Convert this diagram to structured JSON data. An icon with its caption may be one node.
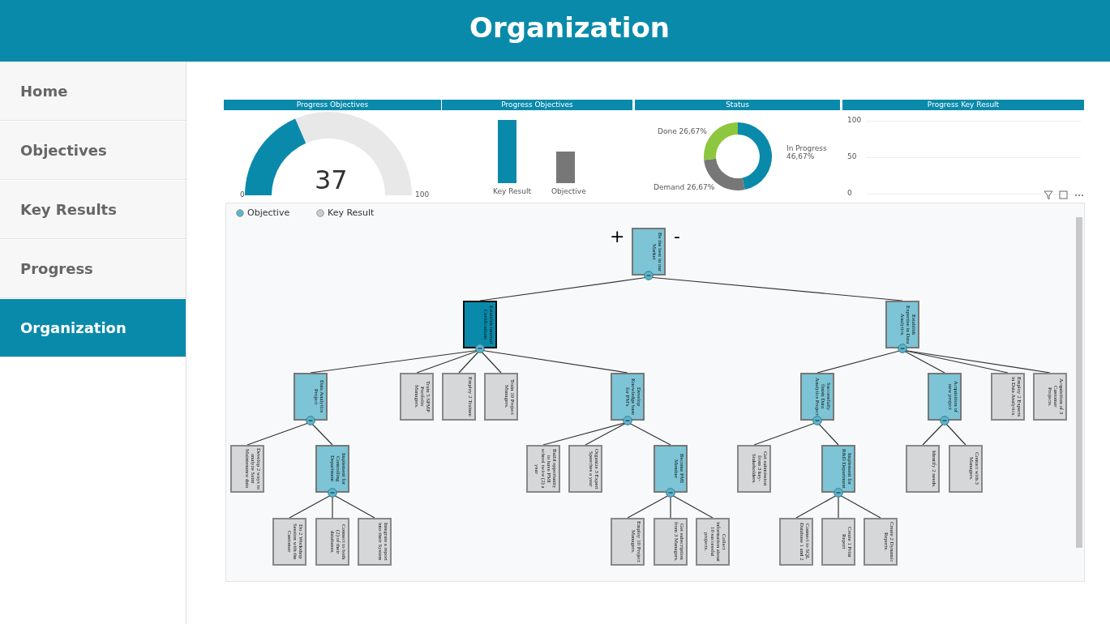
{
  "diagram": {
    "title": "Organization",
    "nodes": [
      {
        "text": [
          "Be the best in our Market"
        ]
      },
      {
        "text": [
          "Establish internal Certifications"
        ]
      },
      {
        "text": [
          "Establish Expertise in Data Analytics."
        ]
      },
      {
        "text": [
          "Data Analytics Project"
        ]
      },
      {
        "text": [
          "Train 5 SPMP Portfolio Managers."
        ]
      },
      {
        "text": [
          "Employ 2 Trainee"
        ]
      },
      {
        "text": [
          "Train 10 Project Managers."
        ]
      },
      {
        "text": [
          "Develop Knowledge base for PM's"
        ]
      },
      {
        "text": [
          "Successfully finish Data Analytics Project"
        ]
      },
      {
        "text": [
          "Acquisition of new project"
        ]
      },
      {
        "text": [
          "Employ 2 Experts in Data Analytics."
        ]
      },
      {
        "text": [
          "Acquisition of 3 Customer Projects."
        ]
      },
      {
        "text": [
          "Develop 2 ways to analyze Saint Maintenance data"
        ]
      },
      {
        "text": [
          "Implement for Controlling Department"
        ]
      },
      {
        "text": [
          "Do 2 Workshop Session with the Customer"
        ]
      },
      {
        "text": [
          "Connect to both (2) of their databases."
        ]
      },
      {
        "text": [
          "Integrate a report into their System"
        ]
      },
      {
        "text": [
          "Build opportunity to have PMI school twice (2) a year"
        ]
      },
      {
        "text": [
          "Organize 3 Expert Speeches a year"
        ]
      },
      {
        "text": [
          "Become PMI Member"
        ]
      },
      {
        "text": [
          "Employ 10 Project Managers."
        ]
      },
      {
        "text": [
          "Get subscription from 3 Managers."
        ]
      },
      {
        "text": [
          "Collect information about 10 successful projects."
        ]
      },
      {
        "text": [
          "Get submission from 3 key-Stakeholders."
        ]
      },
      {
        "text": [
          "Implement for R&D Department"
        ]
      },
      {
        "text": [
          "Connect to SQL Database 1 and 2"
        ]
      },
      {
        "text": [
          "Create 1 Print Report"
        ]
      },
      {
        "text": [
          "Create 2 Dynamic Reports."
        ]
      },
      {
        "text": [
          "Identify 2 needs."
        ]
      },
      {
        "text": [
          "Contact with 3 Managers."
        ]
      }
    ],
    "edges": [
      {
        "from": 0,
        "to": 1,
        "arrow": "none"
      },
      {
        "from": 0,
        "to": 2,
        "arrow": "none"
      },
      {
        "from": 1,
        "to": 3,
        "arrow": "none"
      },
      {
        "from": 1,
        "to": 4,
        "arrow": "none"
      },
      {
        "from": 1,
        "to": 5,
        "arrow": "none"
      },
      {
        "from": 1,
        "to": 6,
        "arrow": "none"
      },
      {
        "from": 1,
        "to": 7,
        "arrow": "none"
      },
      {
        "from": 2,
        "to": 8,
        "arrow": "none"
      },
      {
        "from": 2,
        "to": 9,
        "arrow": "none"
      },
      {
        "from": 2,
        "to": 10,
        "arrow": "none"
      },
      {
        "from": 2,
        "to": 11,
        "arrow": "none"
      },
      {
        "from": 3,
        "to": 12,
        "arrow": "none"
      },
      {
        "from": 3,
        "to": 13,
        "arrow": "none"
      },
      {
        "from": 13,
        "to": 14,
        "arrow": "none"
      },
      {
        "from": 13,
        "to": 15,
        "arrow": "none"
      },
      {
        "from": 13,
        "to": 16,
        "arrow": "none"
      },
      {
        "from": 7,
        "to": 17,
        "arrow": "none"
      },
      {
        "from": 7,
        "to": 18,
        "arrow": "none"
      },
      {
        "from": 7,
        "to": 19,
        "arrow": "none"
      },
      {
        "from": 19,
        "to": 20,
        "arrow": "none"
      },
      {
        "from": 19,
        "to": 21,
        "arrow": "none"
      },
      {
        "from": 19,
        "to": 22,
        "arrow": "none"
      },
      {
        "from": 8,
        "to": 23,
        "arrow": "none"
      },
      {
        "from": 8,
        "to": 24,
        "arrow": "none"
      },
      {
        "from": 24,
        "to": 25,
        "arrow": "none"
      },
      {
        "from": 24,
        "to": 26,
        "arrow": "none"
      },
      {
        "from": 24,
        "to": 27,
        "arrow": "none"
      },
      {
        "from": 9,
        "to": 28,
        "arrow": "none"
      },
      {
        "from": 9,
        "to": 29,
        "arrow": "none"
      }
    ],
    "labels": [
      "Home",
      "Objectives",
      "Key Results",
      "Progress",
      "Organization",
      "Progress Objectives",
      "0",
      "37",
      "100",
      "Progress Objectives",
      "Key Result",
      "Objective",
      "Progress Key Result",
      "100",
      "50",
      "0",
      "+",
      "-"
    ],
    "legend": [
      {
        "text": "Objective",
        "color": "#5fb4c9"
      },
      {
        "text": "Key Result",
        "color": "#cccccc"
      }
    ],
    "chart_data": {
      "type": "donut",
      "title": "Status",
      "categories": [
        "Done",
        "In Progress",
        "Demand"
      ],
      "values": [
        26.67,
        46.67,
        26.67
      ],
      "value_labels": [
        "26,67%",
        "46,67%",
        "26,67%"
      ]
    }
  }
}
